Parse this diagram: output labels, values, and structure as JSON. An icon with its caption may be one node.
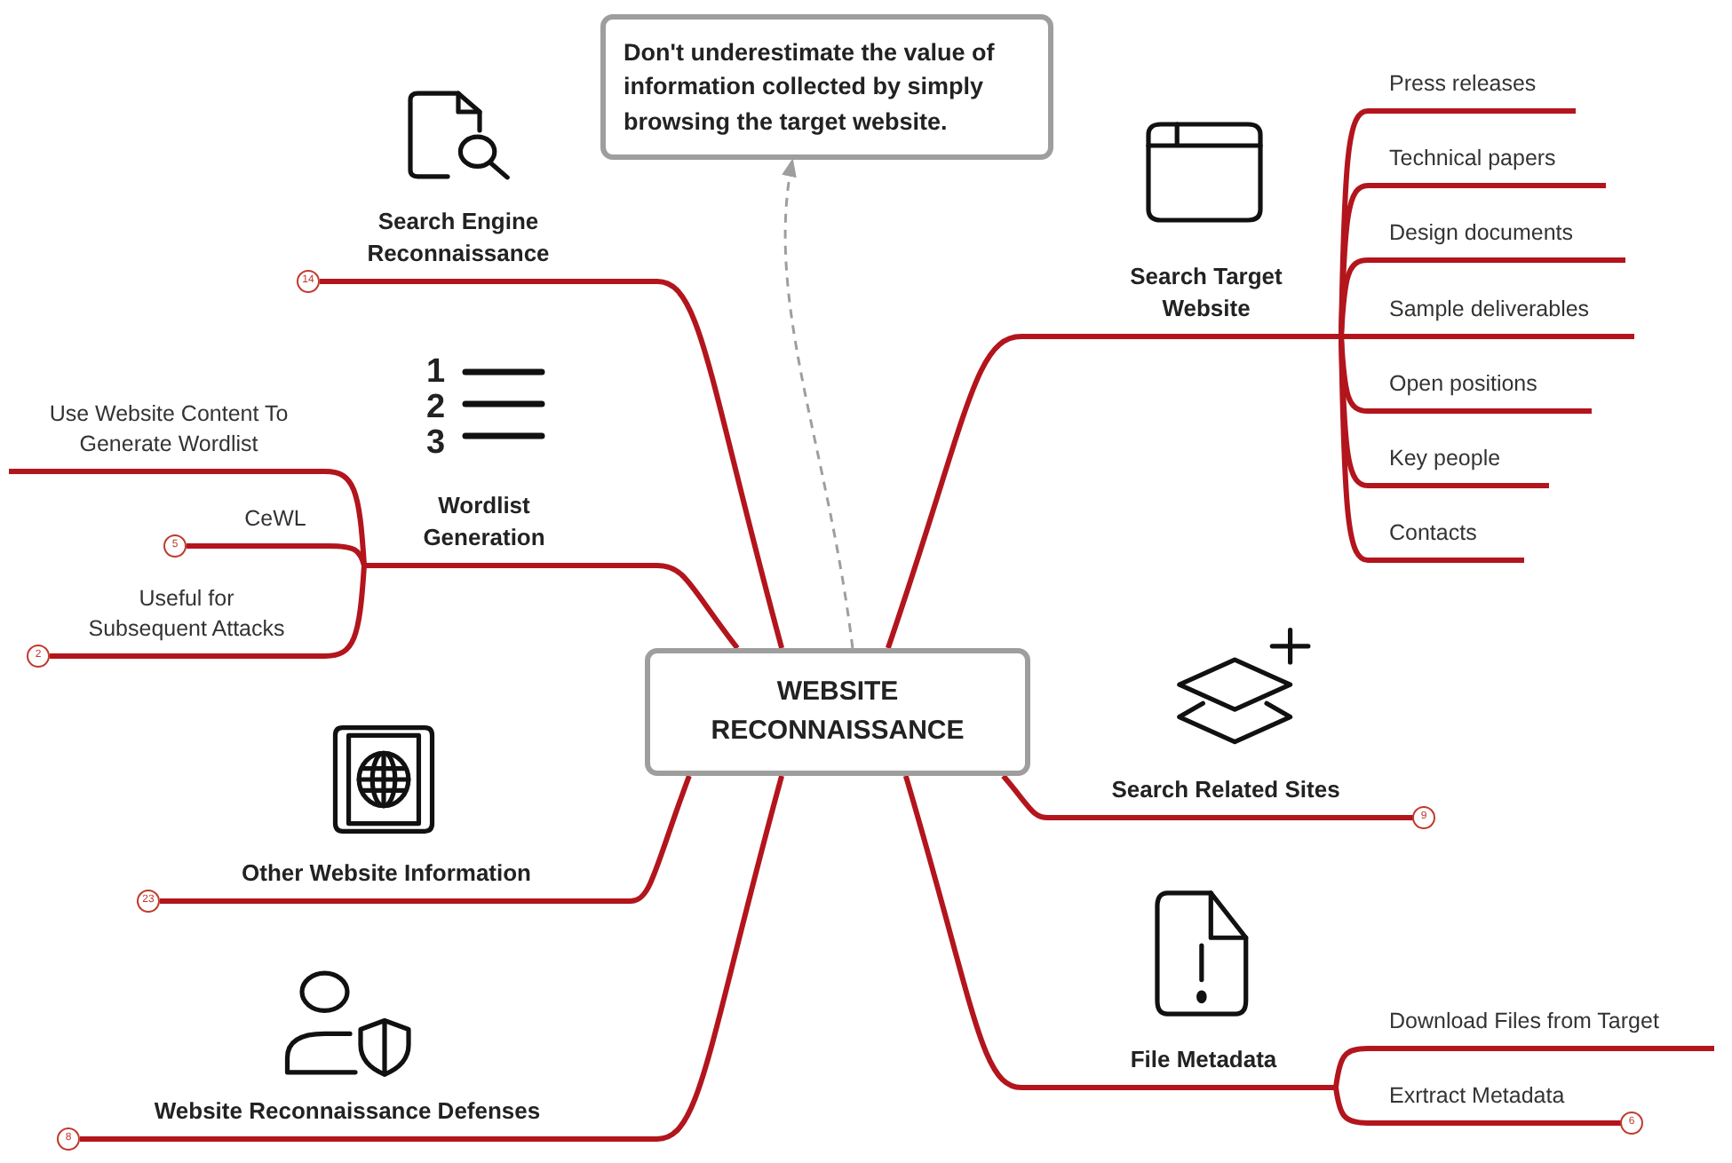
{
  "diagram": {
    "nodes": [
      {
        "text": [
          "WEBSITE RECONNAISSANCE"
        ]
      },
      {
        "text": [
          "Don't underestimate the value of information collected by simply browsing the target website."
        ]
      },
      {
        "text": [
          "Search Engine Reconnaissance"
        ],
        "beside": [
          "14"
        ]
      },
      {
        "text": [
          "Wordlist Generation"
        ]
      },
      {
        "text": [
          "Use Website Content To Generate Wordlist"
        ]
      },
      {
        "text": [
          "CeWL"
        ],
        "beside": [
          "5"
        ]
      },
      {
        "text": [
          "Useful for Subsequent Attacks"
        ],
        "beside": [
          "2"
        ]
      },
      {
        "text": [
          "Other Website Information"
        ],
        "beside": [
          "23"
        ]
      },
      {
        "text": [
          "Website Reconnaissance Defenses"
        ],
        "beside": [
          "8"
        ]
      },
      {
        "text": [
          "Search Target Website"
        ]
      },
      {
        "text": [
          "Press releases"
        ]
      },
      {
        "text": [
          "Technical papers"
        ]
      },
      {
        "text": [
          "Design documents"
        ]
      },
      {
        "text": [
          "Sample deliverables"
        ]
      },
      {
        "text": [
          "Open positions"
        ]
      },
      {
        "text": [
          "Key people"
        ]
      },
      {
        "text": [
          "Contacts"
        ]
      },
      {
        "text": [
          "Search Related Sites"
        ],
        "beside": [
          "9"
        ]
      },
      {
        "text": [
          "File Metadata"
        ]
      },
      {
        "text": [
          "Download Files from Target"
        ]
      },
      {
        "text": [
          "Exrtract Metadata"
        ],
        "beside": [
          "6"
        ]
      }
    ],
    "edges": [
      {
        "from": 0,
        "to": 1,
        "arrow": "to",
        "style": "dashed",
        "color": "#9e9e9e"
      },
      {
        "from": 0,
        "to": 2,
        "arrow": "none"
      },
      {
        "from": 0,
        "to": 3,
        "arrow": "none"
      },
      {
        "from": 3,
        "to": 4,
        "arrow": "none"
      },
      {
        "from": 3,
        "to": 5,
        "arrow": "none"
      },
      {
        "from": 3,
        "to": 6,
        "arrow": "none"
      },
      {
        "from": 0,
        "to": 7,
        "arrow": "none"
      },
      {
        "from": 0,
        "to": 8,
        "arrow": "none"
      },
      {
        "from": 0,
        "to": 9,
        "arrow": "none"
      },
      {
        "from": 9,
        "to": 10,
        "arrow": "none"
      },
      {
        "from": 9,
        "to": 11,
        "arrow": "none"
      },
      {
        "from": 9,
        "to": 12,
        "arrow": "none"
      },
      {
        "from": 9,
        "to": 13,
        "arrow": "none"
      },
      {
        "from": 9,
        "to": 14,
        "arrow": "none"
      },
      {
        "from": 9,
        "to": 15,
        "arrow": "none"
      },
      {
        "from": 9,
        "to": 16,
        "arrow": "none"
      },
      {
        "from": 0,
        "to": 17,
        "arrow": "none"
      },
      {
        "from": 0,
        "to": 18,
        "arrow": "none"
      },
      {
        "from": 18,
        "to": 19,
        "arrow": "none"
      },
      {
        "from": 18,
        "to": 20,
        "arrow": "none"
      }
    ],
    "labels": [
      "1",
      "2",
      "3"
    ]
  }
}
